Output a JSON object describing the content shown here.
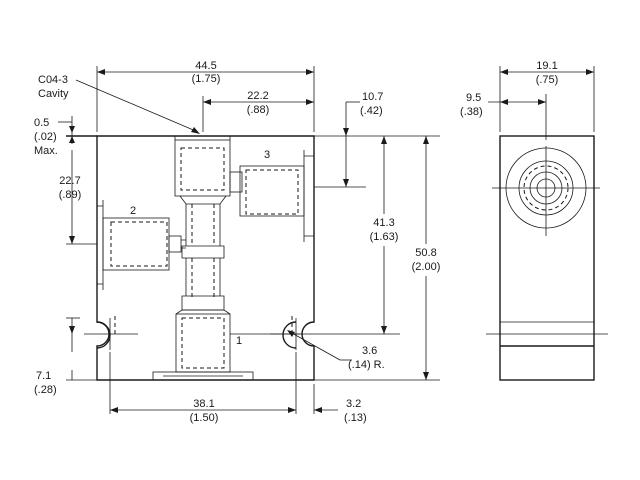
{
  "cavity_label": {
    "line1": "C04-3",
    "line2": "Cavity"
  },
  "dimensions": {
    "overall_width": {
      "mm": "44.5",
      "in": "(1.75)"
    },
    "cavity_offset": {
      "mm": "22.2",
      "in": "(.88)"
    },
    "max_projection": {
      "mm": "0.5",
      "in": "(.02)",
      "note": "Max."
    },
    "port2_height": {
      "mm": "22.7",
      "in": "(.89)"
    },
    "port3_depth": {
      "mm": "10.7",
      "in": "(.42)"
    },
    "port1_height": {
      "mm": "41.3",
      "in": "(1.63)"
    },
    "overall_height": {
      "mm": "50.8",
      "in": "(2.00)"
    },
    "mount_hole_height": {
      "mm": "7.1",
      "in": "(.28)"
    },
    "mount_hole_spacing": {
      "mm": "38.1",
      "in": "(1.50)"
    },
    "mount_hole_edge": {
      "mm": "3.2",
      "in": "(.13)"
    },
    "mount_hole_radius": {
      "mm": "3.6",
      "in": "(.14) R."
    },
    "side_width": {
      "mm": "19.1",
      "in": "(.75)"
    },
    "side_center": {
      "mm": "9.5",
      "in": "(.38)"
    }
  },
  "ports": {
    "port1": "1",
    "port2": "2",
    "port3": "3"
  }
}
